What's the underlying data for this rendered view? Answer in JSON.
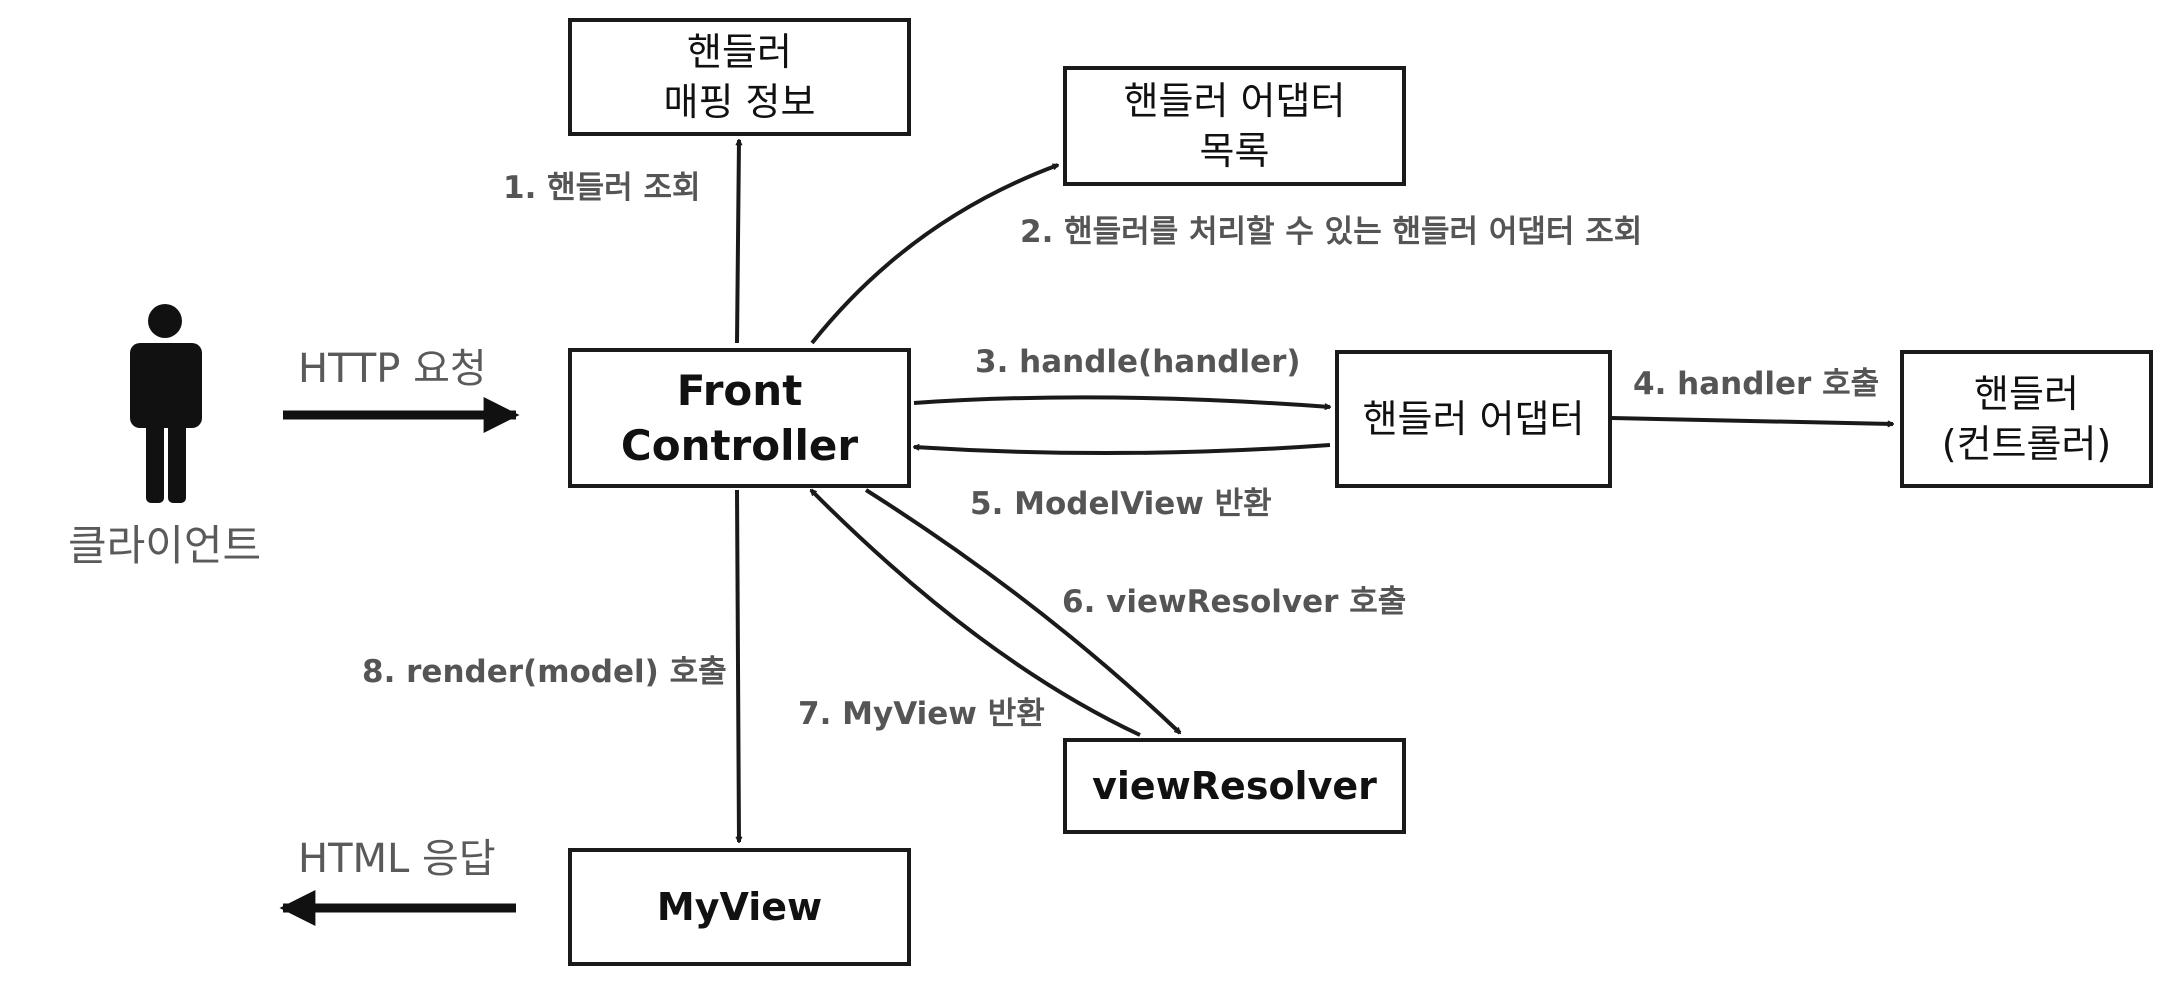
{
  "nodes": {
    "handler_mapping": "핸들러\n매핑 정보",
    "adapter_list": "핸들러 어댑터\n목록",
    "front_controller": "Front\nController",
    "handler_adapter": "핸들러 어댑터",
    "handler": "핸들러\n(컨트롤러)",
    "view_resolver": "viewResolver",
    "my_view": "MyView"
  },
  "actors": {
    "client": "클라이언트"
  },
  "edges": {
    "http_request": "HTTP 요청",
    "html_response": "HTML 응답",
    "step1": "1. 핸들러 조회",
    "step2": "2. 핸들러를 처리할 수 있는 핸들러 어댑터 조회",
    "step3": "3. handle(handler)",
    "step4": "4. handler 호출",
    "step5": "5. ModelView 반환",
    "step6": "6. viewResolver 호출",
    "step7": "7. MyView 반환",
    "step8": "8. render(model) 호출"
  },
  "colors": {
    "line": "#1a1a1a",
    "label": "#555555"
  },
  "icons": {
    "client": "person-icon"
  }
}
